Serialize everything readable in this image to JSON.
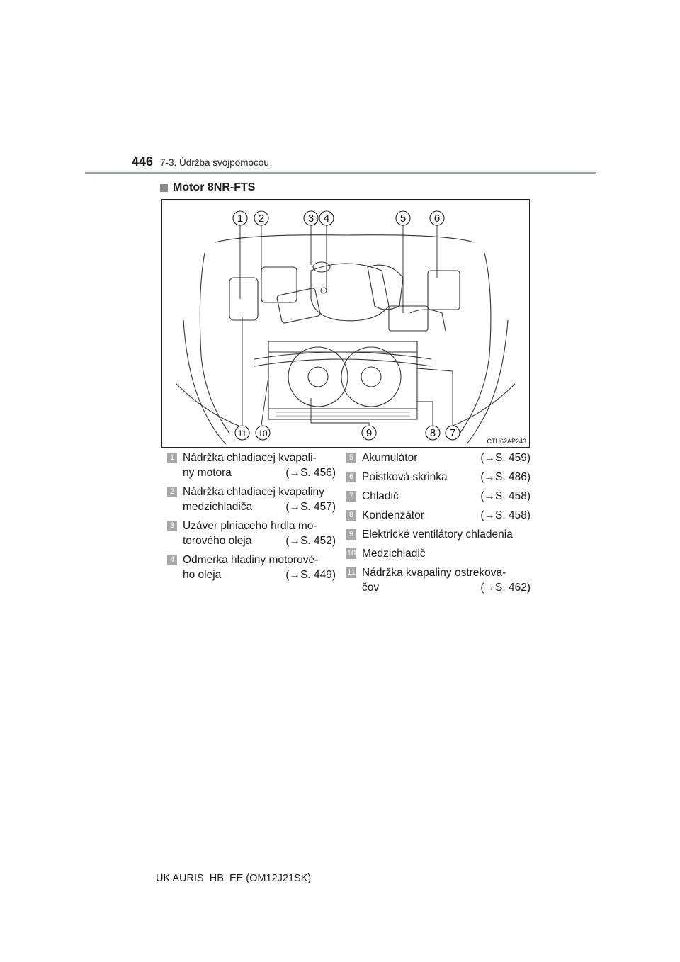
{
  "header": {
    "page_number": "446",
    "section": "7-3. Údržba svojpomocou"
  },
  "heading": "Motor 8NR-FTS",
  "figure": {
    "code": "CTH62AP243",
    "callouts": [
      "1",
      "2",
      "3",
      "4",
      "5",
      "6",
      "7",
      "8",
      "9",
      "10",
      "11"
    ]
  },
  "legend": {
    "left": [
      {
        "num": "1",
        "lines": [
          [
            "Nádržka chladiacej kvapali-",
            ""
          ],
          [
            "ny motora",
            "(→S. 456)"
          ]
        ]
      },
      {
        "num": "2",
        "lines": [
          [
            "Nádržka chladiacej kvapaliny",
            ""
          ],
          [
            "medzichladiča",
            "(→S. 457)"
          ]
        ]
      },
      {
        "num": "3",
        "lines": [
          [
            "Uzáver plniaceho hrdla mo-",
            ""
          ],
          [
            "torového oleja",
            "(→S. 452)"
          ]
        ]
      },
      {
        "num": "4",
        "lines": [
          [
            "Odmerka hladiny motorové-",
            ""
          ],
          [
            "ho oleja",
            "(→S. 449)"
          ]
        ]
      }
    ],
    "right": [
      {
        "num": "5",
        "lines": [
          [
            "Akumulátor",
            "(→S. 459)"
          ]
        ]
      },
      {
        "num": "6",
        "lines": [
          [
            "Poistková skrinka",
            "(→S. 486)"
          ]
        ]
      },
      {
        "num": "7",
        "lines": [
          [
            "Chladič",
            "(→S. 458)"
          ]
        ]
      },
      {
        "num": "8",
        "lines": [
          [
            "Kondenzátor",
            "(→S. 458)"
          ]
        ]
      },
      {
        "num": "9",
        "lines": [
          [
            "Elektrické ventilátory chladenia",
            ""
          ]
        ]
      },
      {
        "num": "10",
        "lines": [
          [
            "Medzichladič",
            ""
          ]
        ]
      },
      {
        "num": "11",
        "lines": [
          [
            "Nádržka kvapaliny ostrekova-",
            ""
          ],
          [
            "čov",
            "(→S. 462)"
          ]
        ]
      }
    ]
  },
  "footer": "UK AURIS_HB_EE (OM12J21SK)"
}
